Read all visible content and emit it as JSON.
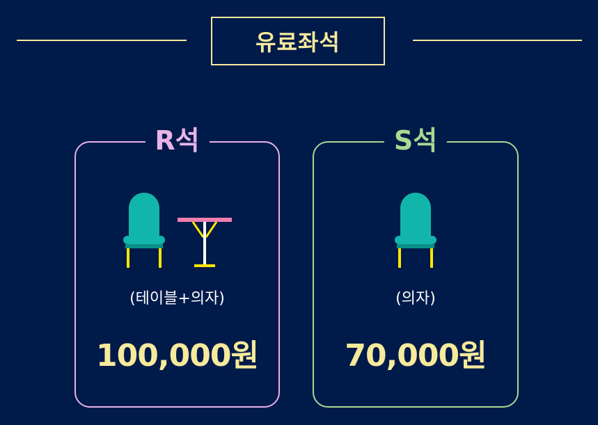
{
  "heading": "유료좌석",
  "colors": {
    "background": "#001a4a",
    "accent_yellow": "#f7ea9c",
    "r_seat": "#e8b4e8",
    "s_seat": "#a6db91",
    "chair_teal": "#12b5aa",
    "table_pink": "#ee7fb0",
    "leg_yellow": "#ffe600"
  },
  "cards": [
    {
      "title": "R석",
      "icons": [
        "chair-icon",
        "table-icon"
      ],
      "description": "(테이블+의자)",
      "price": "100,000원"
    },
    {
      "title": "S석",
      "icons": [
        "chair-icon"
      ],
      "description": "(의자)",
      "price": "70,000원"
    }
  ]
}
